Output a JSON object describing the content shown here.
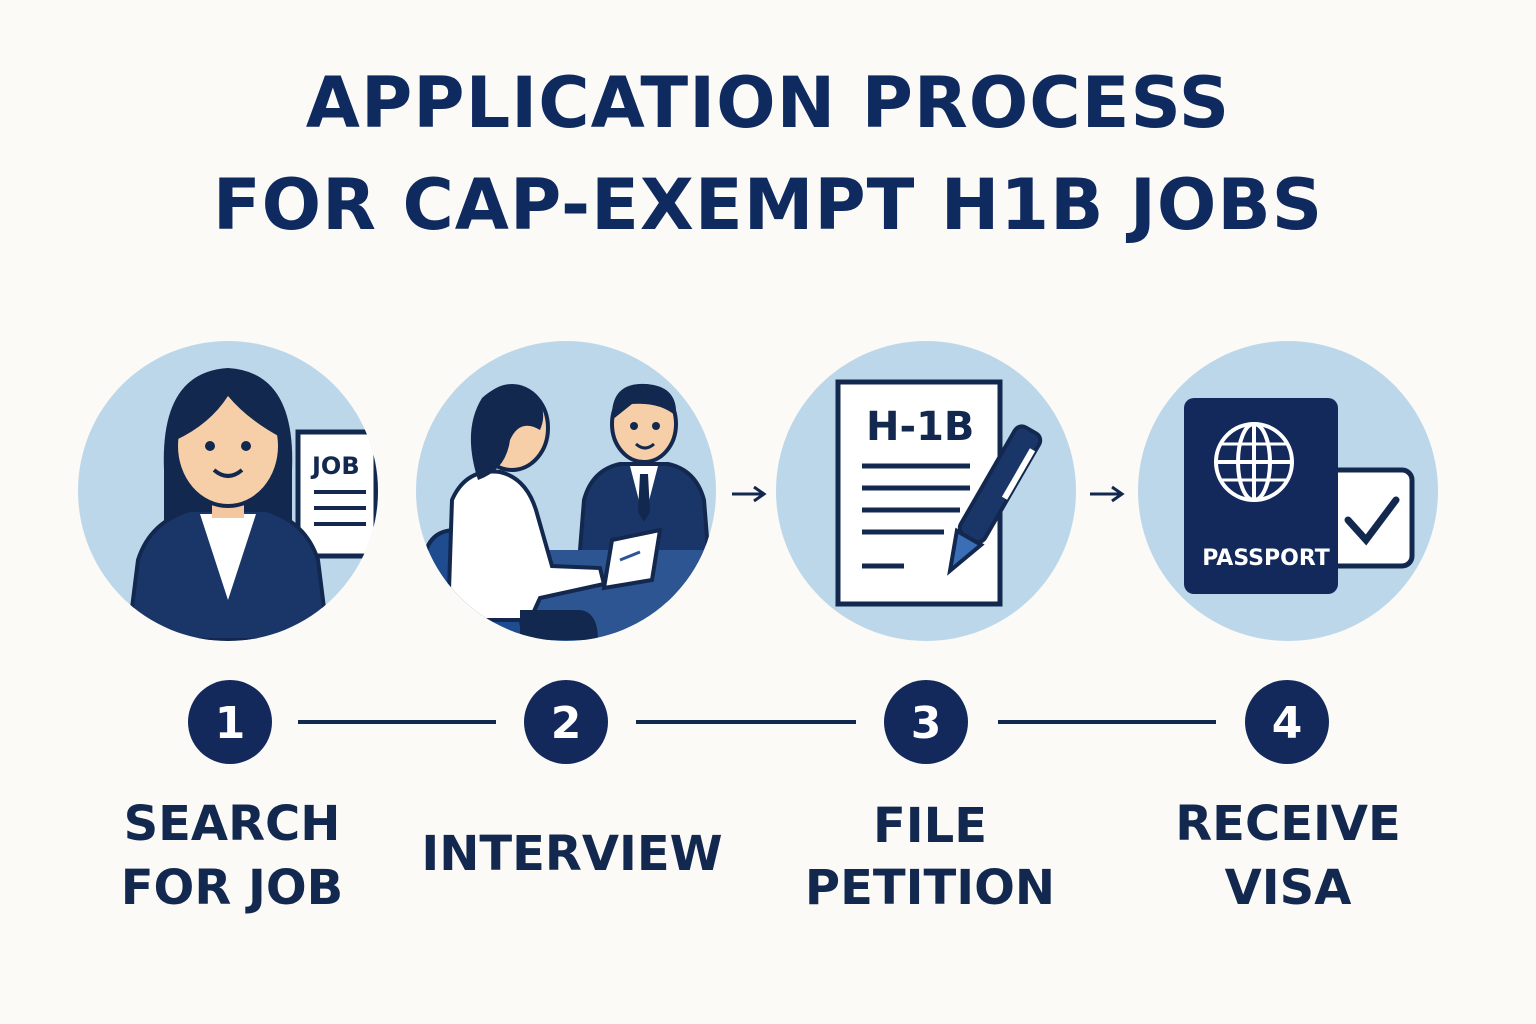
{
  "title": {
    "line1": "APPLICATION PROCESS",
    "line2": "FOR CAP-EXEMPT H1B JOBS"
  },
  "colors": {
    "navy": "#13284f",
    "circle": "#bdd7ea",
    "accent": "#1f4b8f",
    "background": "#fbfaf6"
  },
  "steps": [
    {
      "number": "1",
      "label_lines": [
        "SEARCH",
        "FOR JOB"
      ],
      "icon": "job-seeker-icon",
      "icon_text": "JOB"
    },
    {
      "number": "2",
      "label_lines": [
        "INTERVIEW"
      ],
      "icon": "interview-icon"
    },
    {
      "number": "3",
      "label_lines": [
        "FILE",
        "PETITION"
      ],
      "icon": "petition-document-icon",
      "icon_text": "H-1B"
    },
    {
      "number": "4",
      "label_lines": [
        "RECEIVE",
        "VISA"
      ],
      "icon": "passport-icon",
      "icon_text": "PASSPORT"
    }
  ]
}
